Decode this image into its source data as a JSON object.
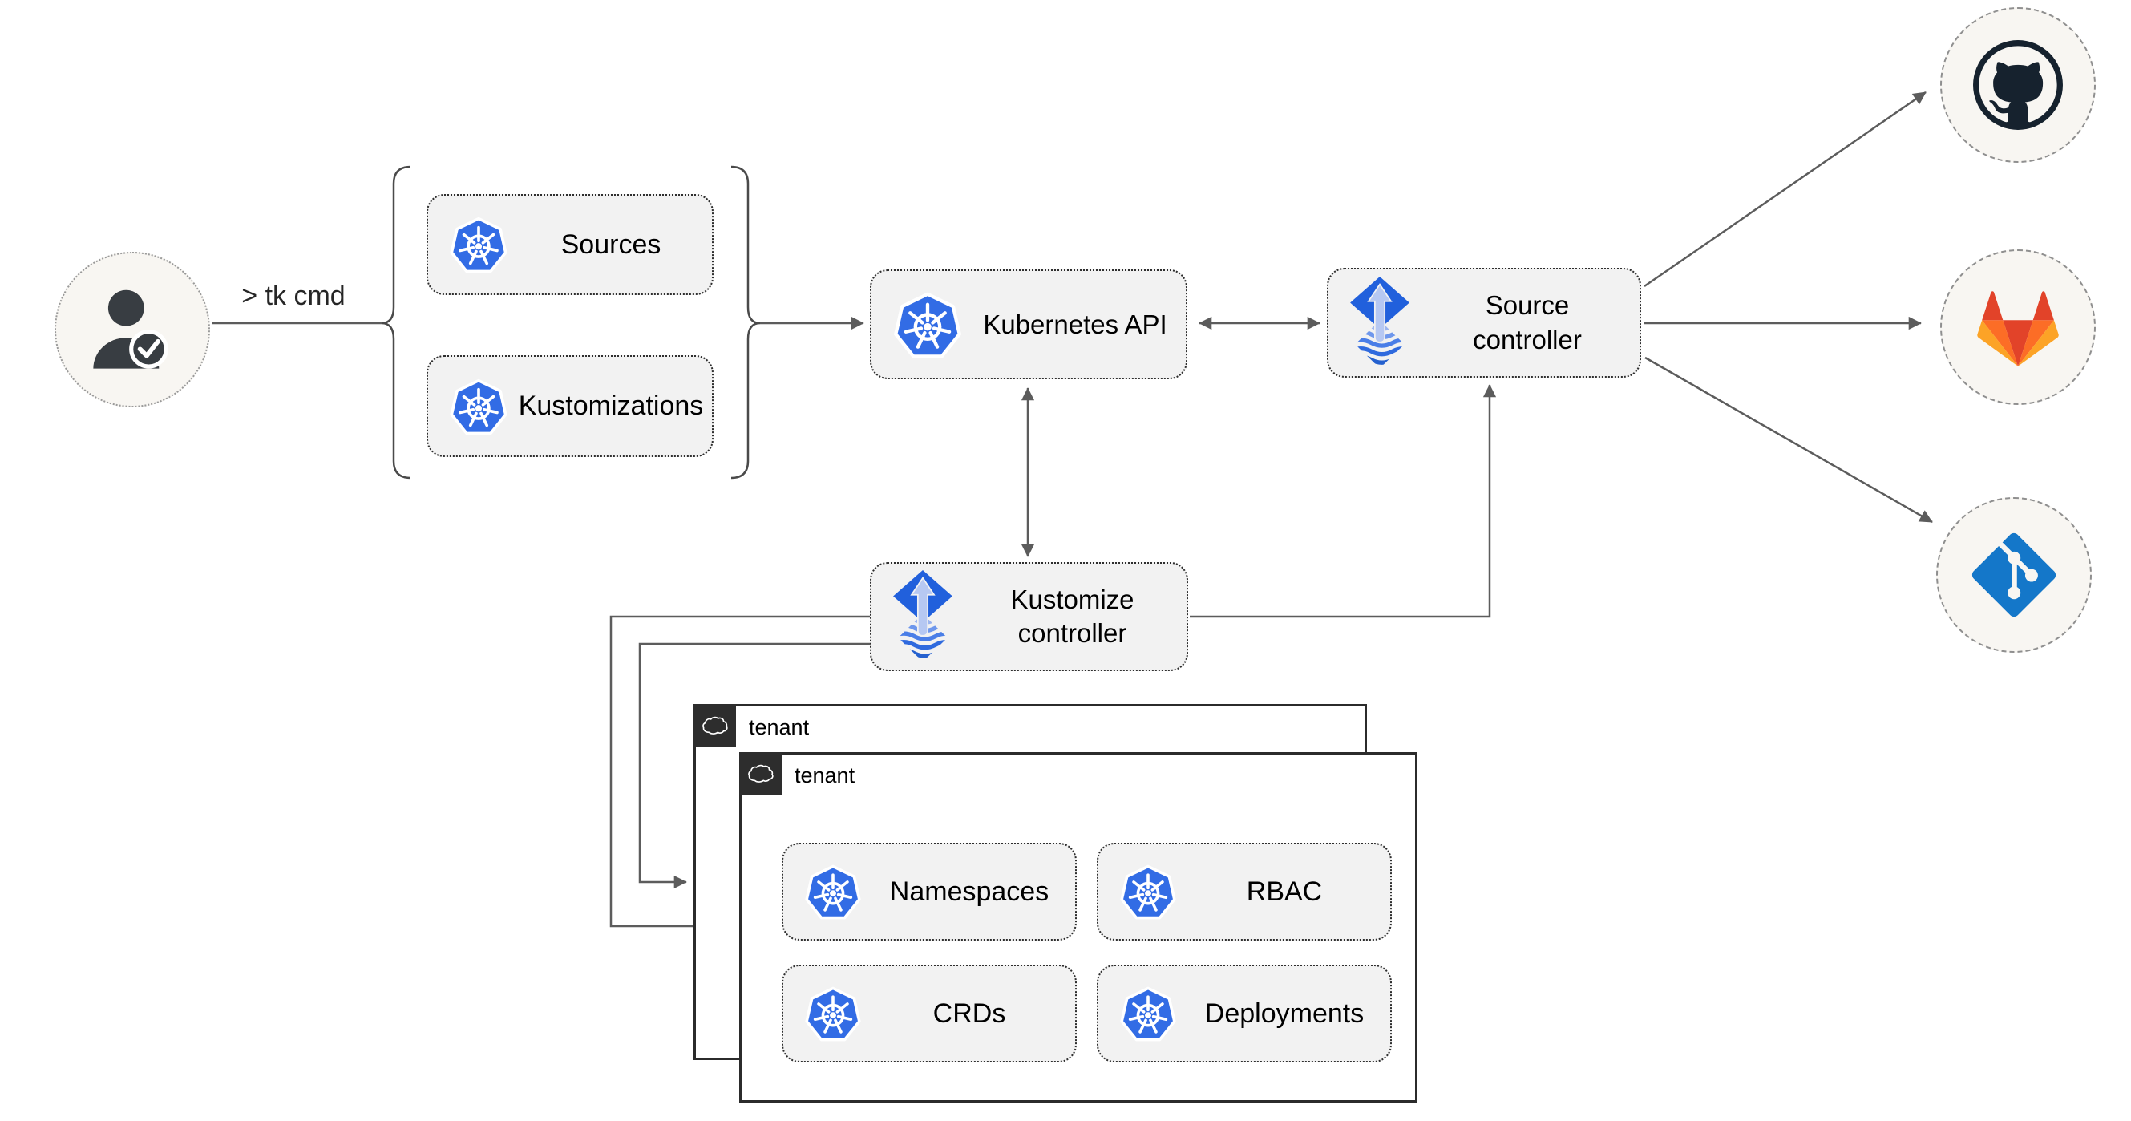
{
  "diagram": {
    "user": {
      "icon": "user-check-icon",
      "command_label": "> tk cmd"
    },
    "cli_resources": {
      "items": [
        {
          "icon": "kubernetes-icon",
          "label": "Sources"
        },
        {
          "icon": "kubernetes-icon",
          "label": "Kustomizations"
        }
      ]
    },
    "kubernetes_api": {
      "icon": "kubernetes-icon",
      "label": "Kubernetes API"
    },
    "source_controller": {
      "icon": "flux-icon",
      "label": "Source controller"
    },
    "kustomize_controller": {
      "icon": "flux-icon",
      "label": "Kustomize controller"
    },
    "tenants": {
      "back": {
        "icon": "cloud-icon",
        "label": "tenant"
      },
      "front": {
        "icon": "cloud-icon",
        "label": "tenant"
      }
    },
    "tenant_resources": {
      "items": [
        {
          "icon": "kubernetes-icon",
          "label": "Namespaces"
        },
        {
          "icon": "kubernetes-icon",
          "label": "RBAC"
        },
        {
          "icon": "kubernetes-icon",
          "label": "CRDs"
        },
        {
          "icon": "kubernetes-icon",
          "label": "Deployments"
        }
      ]
    },
    "git_providers": {
      "items": [
        {
          "icon": "github-icon",
          "name": "GitHub"
        },
        {
          "icon": "gitlab-icon",
          "name": "GitLab"
        },
        {
          "icon": "git-icon",
          "name": "Git"
        }
      ]
    },
    "colors": {
      "kubernetes_blue": "#326ce5",
      "flux_blue": "#2160dc",
      "flux_arrow_light": "#b6c8f2",
      "github_dark": "#16222e",
      "gitlab_red": "#e24329",
      "gitlab_orange": "#fc6d26",
      "gitlab_light_orange": "#fca326",
      "git_blue": "#1477c9",
      "node_fill": "#f2f2f2",
      "circle_fill": "#f8f6f2",
      "connector_gray": "#5c5c5c",
      "tenant_header_bg": "#2d2d2d"
    }
  }
}
